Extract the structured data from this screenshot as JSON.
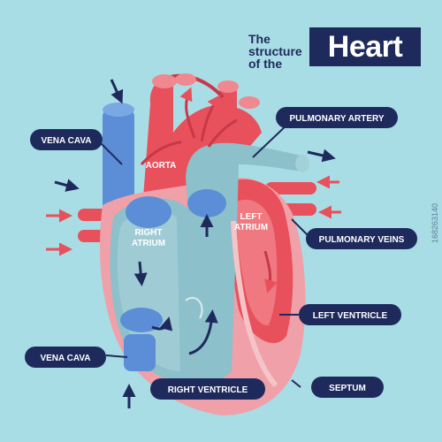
{
  "title": {
    "line1": "The",
    "line2": "structure",
    "line3": "of the",
    "main": "Heart"
  },
  "labels": {
    "vena_cava_top": "VENA CAVA",
    "pulmonary_artery": "PULMONARY ARTERY",
    "aorta": "AORTA",
    "left_atrium": "LEFT ATRIUM",
    "right_atrium": "RIGHT ATRIUM",
    "pulmonary_veins": "PULMONARY VEINS",
    "left_ventricle": "LEFT VENTRICLE",
    "vena_cava_bottom": "VENA CAVA",
    "septum": "SEPTUM",
    "right_ventricle": "RIGHT VENTRICLE"
  },
  "watermark": "168263140",
  "colors": {
    "background": "#a9dde6",
    "navy": "#1f2a5c",
    "red": "#e8505b",
    "dark_red": "#c83848",
    "pink": "#f0a0a8",
    "blue": "#5b8ed6",
    "teal": "#8cc0ca",
    "white": "#ffffff"
  }
}
